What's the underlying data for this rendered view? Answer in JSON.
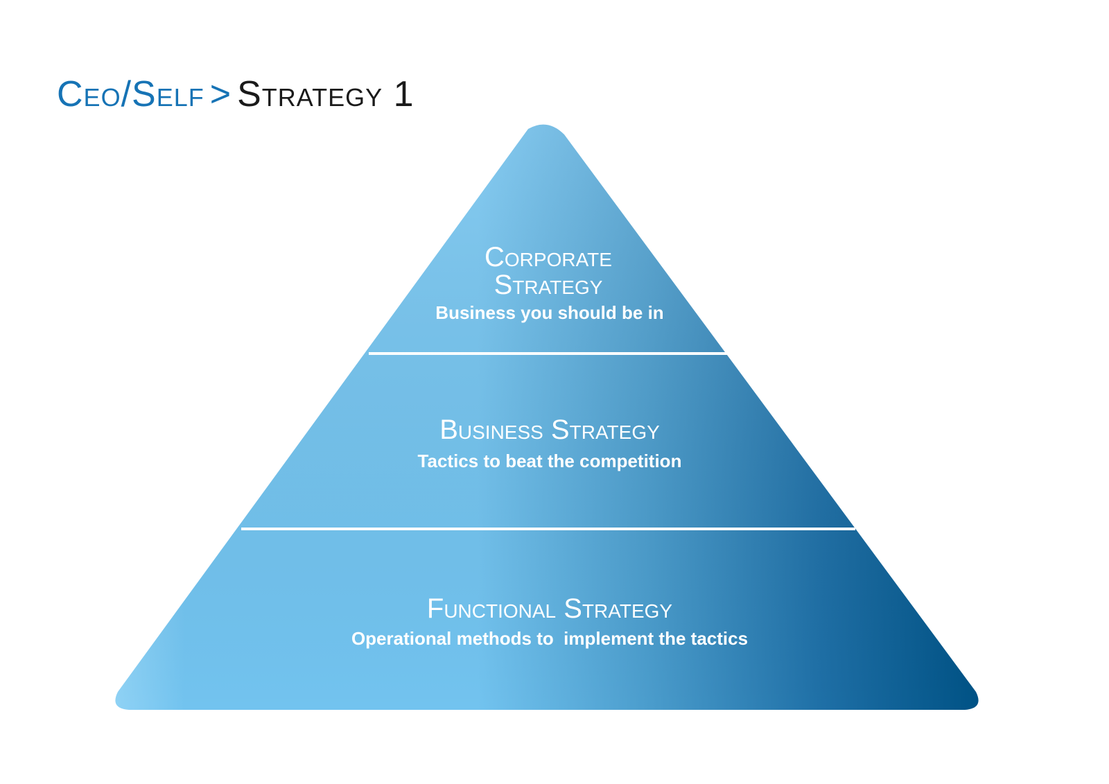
{
  "header": {
    "brand": "Ceo/Self",
    "separator": ">",
    "section": "Strategy 1"
  },
  "pyramid": {
    "colors": {
      "light": "#72c3ef",
      "mid": "#4a9ccc",
      "dark": "#005285",
      "divider": "#ffffff"
    },
    "tiers": [
      {
        "title_lines": [
          "Corporate",
          "Strategy"
        ],
        "subtitle": "Business you should be in"
      },
      {
        "title_lines": [
          "Business Strategy"
        ],
        "subtitle": "Tactics to beat the competition"
      },
      {
        "title_lines": [
          "Functional Strategy"
        ],
        "subtitle": "Operational methods to  implement the tactics"
      }
    ]
  }
}
